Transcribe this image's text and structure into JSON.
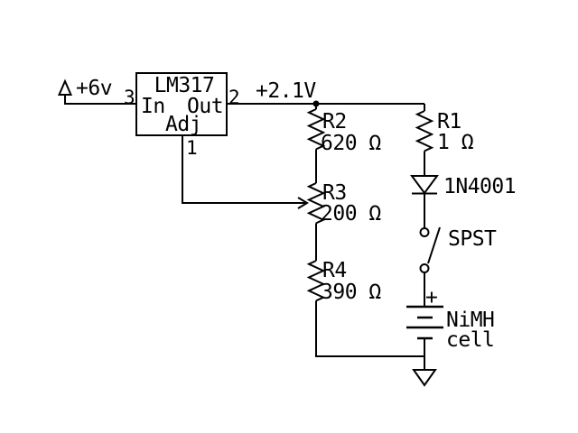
{
  "colors": {
    "background": "#ffffff",
    "line": "#000000"
  },
  "schematic": {
    "input_voltage": "+6v",
    "output_voltage": "+2.1V",
    "regulator": {
      "part": "LM317",
      "pins": {
        "in": {
          "number": "3",
          "label": "In"
        },
        "out": {
          "number": "2",
          "label": "Out"
        },
        "adj": {
          "number": "1",
          "label": "Adj"
        }
      }
    },
    "resistors": {
      "r1": {
        "name": "R1",
        "value": "1 Ω"
      },
      "r2": {
        "name": "R2",
        "value": "620 Ω"
      },
      "r3": {
        "name": "R3",
        "value": "200 Ω"
      },
      "r4": {
        "name": "R4",
        "value": "390 Ω"
      }
    },
    "diode": {
      "label": "1N4001"
    },
    "switch": {
      "label": "SPST"
    },
    "battery": {
      "polarity": "+",
      "label_line1": "NiMH",
      "label_line2": "cell"
    }
  }
}
